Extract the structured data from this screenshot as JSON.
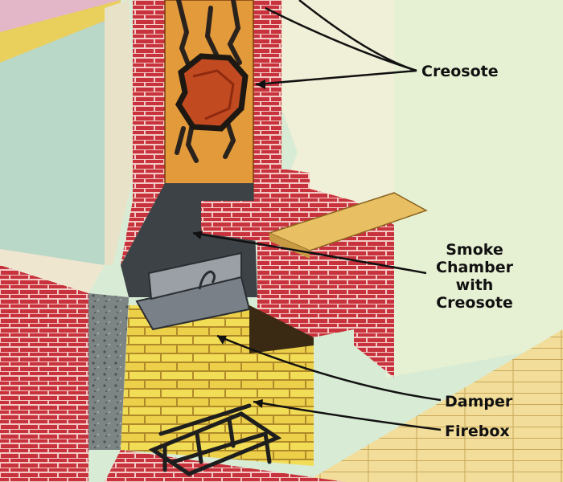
{
  "labels": {
    "creosote": "Creosote",
    "smoke_chamber": [
      "Smoke",
      "Chamber",
      "with",
      "Creosote"
    ],
    "damper": "Damper",
    "firebox": "Firebox"
  },
  "colors": {
    "brick": "#c8323c",
    "mortar": "#f2c9c4",
    "firebox_brick": "#f2dd56",
    "wall": "#d8ecd5",
    "creosote": "#2a221c",
    "floor": "#f2dd9a",
    "mantel": "#e9bf63",
    "flue_liner": "#e39a3a",
    "smoke_chamber": "#3d4246"
  }
}
